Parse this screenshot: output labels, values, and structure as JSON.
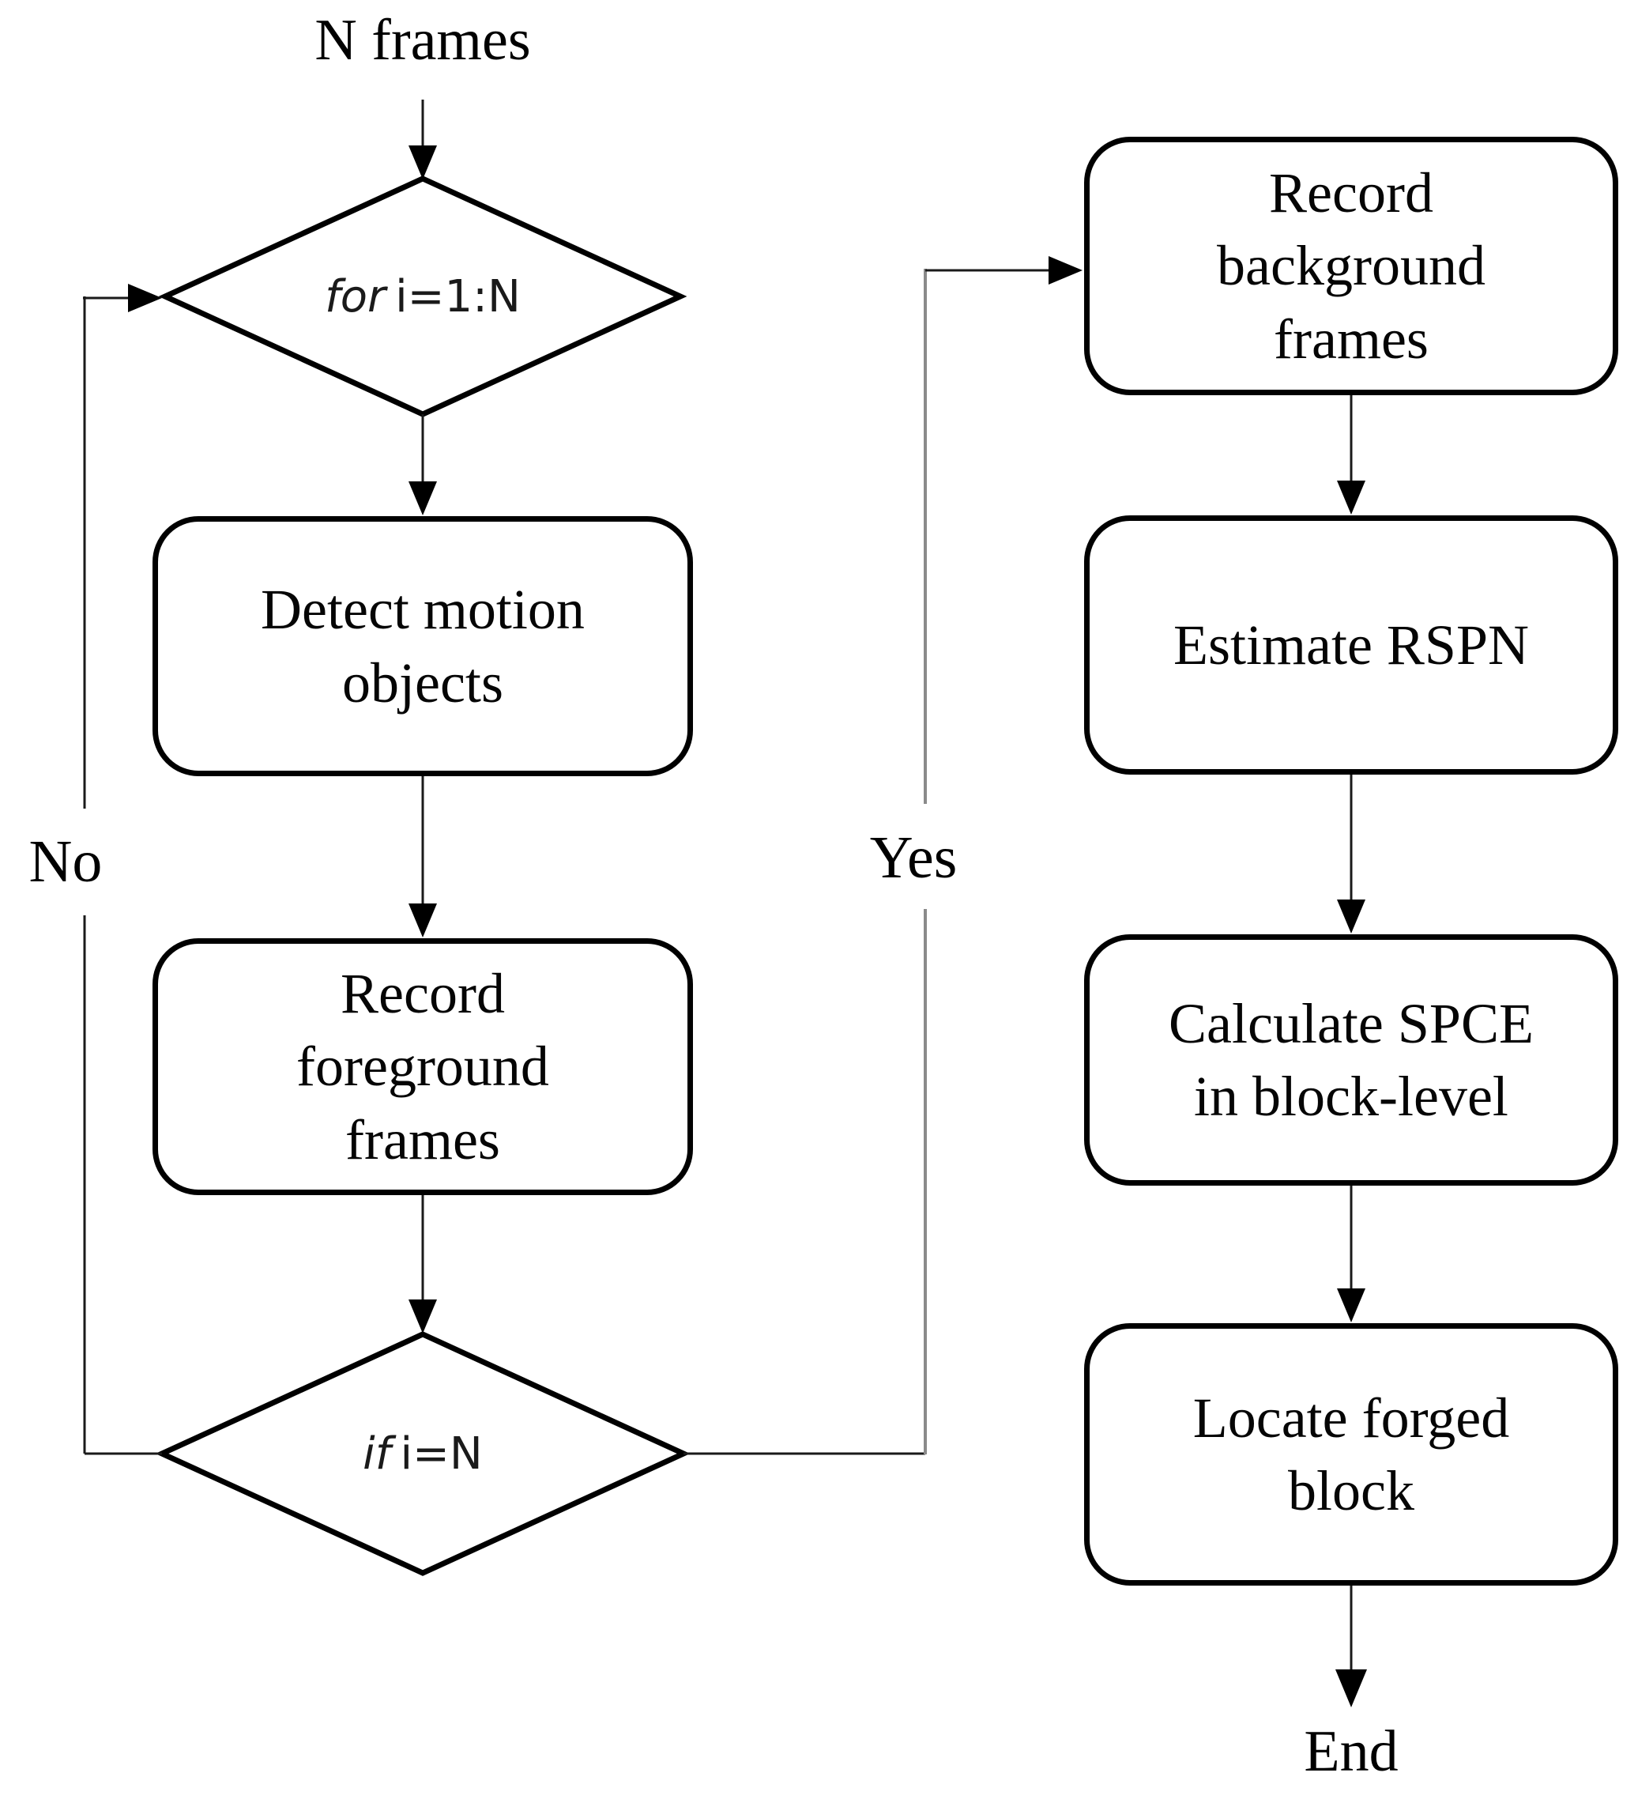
{
  "diagram": {
    "type": "flowchart",
    "start_label": "N frames",
    "end_label": "End",
    "edge_labels": {
      "no": "No",
      "yes": "Yes"
    },
    "nodes": [
      {
        "id": "loop-decision",
        "type": "decision",
        "keyword": "for",
        "condition": "i=1:N"
      },
      {
        "id": "detect-motion",
        "type": "process",
        "label": "Detect motion\nobjects"
      },
      {
        "id": "record-foreground",
        "type": "process",
        "label": "Record\nforeground\nframes"
      },
      {
        "id": "end-check",
        "type": "decision",
        "keyword": "if",
        "condition": "i=N"
      },
      {
        "id": "record-background",
        "type": "process",
        "label": "Record\nbackground\nframes"
      },
      {
        "id": "estimate-rspn",
        "type": "process",
        "label": "Estimate RSPN"
      },
      {
        "id": "calculate-spce",
        "type": "process",
        "label": "Calculate SPCE\nin block-level"
      },
      {
        "id": "locate-forged",
        "type": "process",
        "label": "Locate forged\nblock"
      }
    ],
    "edges": [
      {
        "from": "start",
        "to": "loop-decision"
      },
      {
        "from": "loop-decision",
        "to": "detect-motion"
      },
      {
        "from": "detect-motion",
        "to": "record-foreground"
      },
      {
        "from": "record-foreground",
        "to": "end-check"
      },
      {
        "from": "end-check",
        "to": "loop-decision",
        "label": "No"
      },
      {
        "from": "end-check",
        "to": "record-background",
        "label": "Yes"
      },
      {
        "from": "record-background",
        "to": "estimate-rspn"
      },
      {
        "from": "estimate-rspn",
        "to": "calculate-spce"
      },
      {
        "from": "calculate-spce",
        "to": "locate-forged"
      },
      {
        "from": "locate-forged",
        "to": "end"
      }
    ],
    "colors": {
      "shape_stroke": "#000000",
      "connector": "#1a1a1a",
      "yes_return_line": "#8a8a8a",
      "background": "#ffffff"
    }
  }
}
